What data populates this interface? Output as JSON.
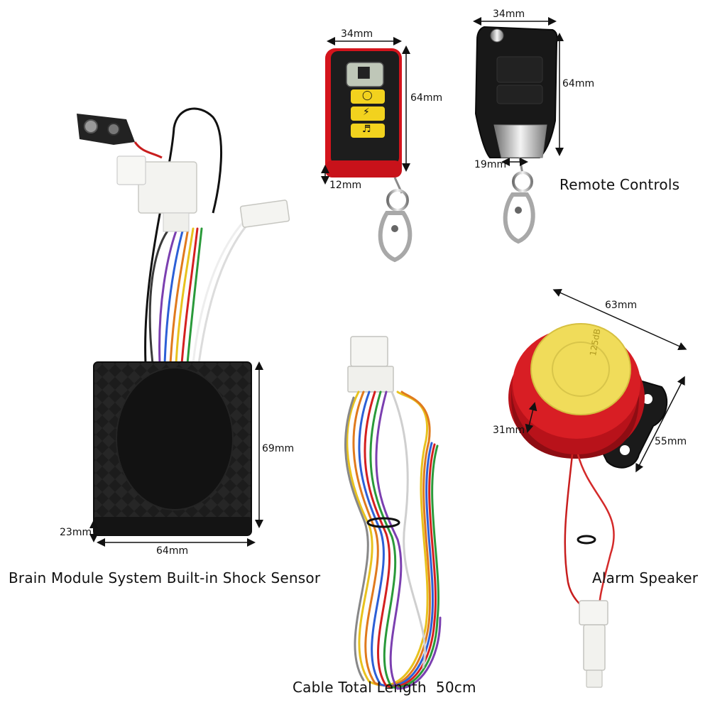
{
  "captions": {
    "remote_controls": "Remote Controls",
    "brain_module": "Brain Module System Built-in Shock Sensor",
    "alarm_speaker": "Alarm Speaker",
    "cable_length": "Cable Total Length  50cm"
  },
  "dimensions": {
    "remote1_width": "34mm",
    "remote1_height": "64mm",
    "remote1_depth": "12mm",
    "remote2_width": "34mm",
    "remote2_height": "64mm",
    "remote2_depth": "19mm",
    "module_height": "69mm",
    "module_depth": "23mm",
    "module_width": "64mm",
    "speaker_width": "63mm",
    "speaker_depth": "31mm",
    "speaker_height": "55mm"
  },
  "speaker_label": "125dB",
  "icons": [
    "lock-icon",
    "unlock-icon",
    "lightning-icon",
    "bell-icon"
  ],
  "colors": {
    "background": "#ffffff",
    "remote_red": "#d4141c",
    "button_yellow": "#f2d21e",
    "module_black": "#1b1b1b",
    "speaker_red": "#c8141a",
    "speaker_yellow": "#f0dc5a"
  }
}
